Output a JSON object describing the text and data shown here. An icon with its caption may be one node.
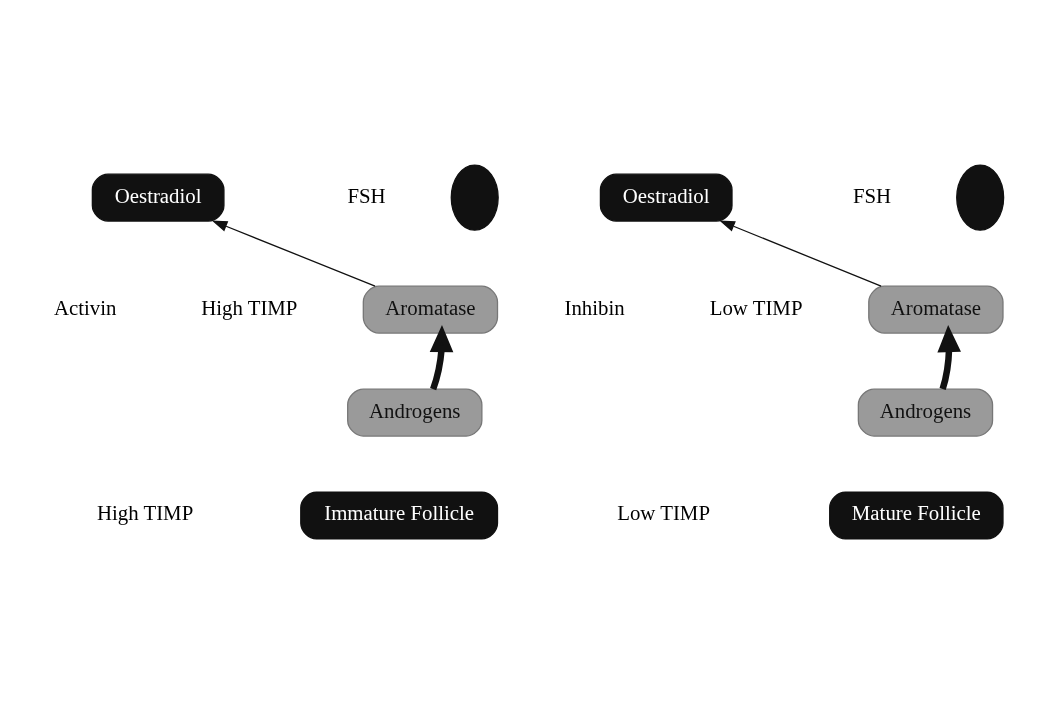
{
  "diagram": {
    "nodes": [
      {
        "text": [],
        "shape": "ellipse",
        "beside": [
          "FSH"
        ]
      },
      {
        "text": [
          "Oestradiol"
        ]
      },
      {
        "text": [
          "Aromatase"
        ]
      },
      {
        "text": [
          "Androgens"
        ]
      },
      {
        "text": [
          "Immature Follicle"
        ]
      },
      {
        "text": [],
        "shape": "ellipse",
        "beside": [
          "FSH"
        ]
      },
      {
        "text": [
          "Oestradiol"
        ]
      },
      {
        "text": [
          "Aromatase"
        ]
      },
      {
        "text": [
          "Androgens"
        ]
      },
      {
        "text": [
          "Mature Follicle"
        ]
      }
    ],
    "edges": [
      {
        "from": 2,
        "to": 1,
        "arrow": "to"
      },
      {
        "from": 3,
        "to": 2,
        "arrow": "to",
        "style": "thick"
      },
      {
        "from": 7,
        "to": 6,
        "arrow": "to"
      },
      {
        "from": 8,
        "to": 7,
        "arrow": "to",
        "style": "thick"
      }
    ],
    "labels": [
      "High TIMP",
      "Activin",
      "High TIMP",
      "Low TIMP",
      "Inhibin",
      "Low TIMP"
    ]
  }
}
